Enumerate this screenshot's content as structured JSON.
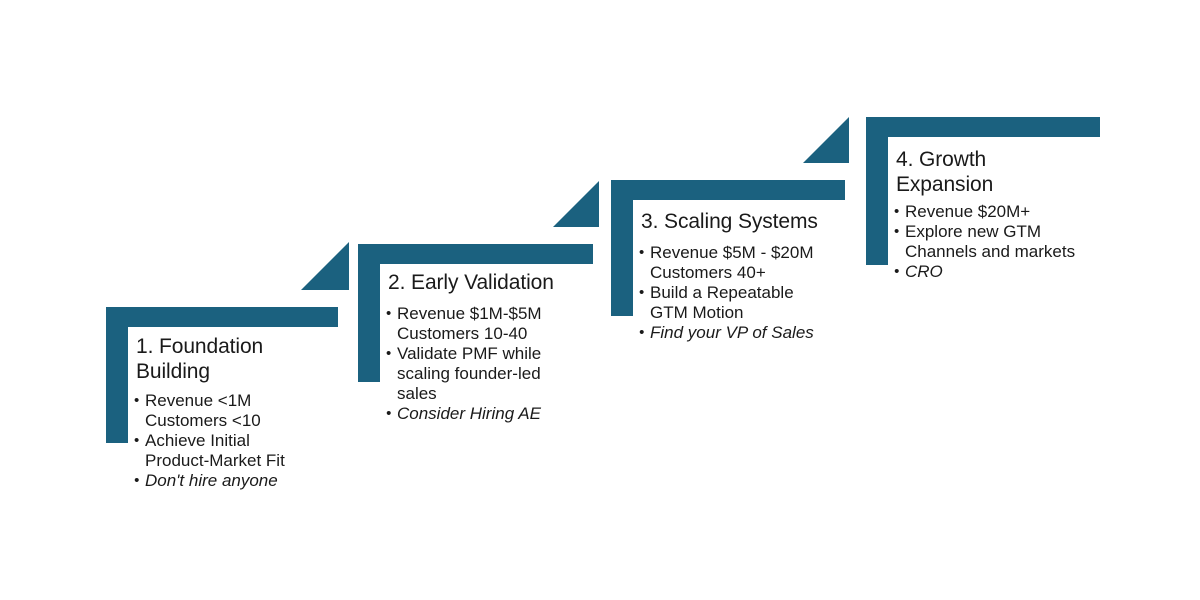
{
  "diagram": {
    "type": "staircase-process",
    "accent_color": "#1b617f",
    "text_color": "#1a1a1a",
    "background_color": "#ffffff",
    "connector_icon": "right-triangle-step-up-icon",
    "steps": [
      {
        "title": "1. Foundation\nBuilding",
        "bullets": [
          {
            "text": "Revenue <1M\nCustomers <10",
            "italic": false
          },
          {
            "text": "Achieve Initial\nProduct-Market Fit",
            "italic": false
          },
          {
            "text": "Don't hire anyone",
            "italic": true
          }
        ]
      },
      {
        "title": "2. Early Validation",
        "bullets": [
          {
            "text": "Revenue $1M-$5M\nCustomers 10-40",
            "italic": false
          },
          {
            "text": "Validate PMF while\nscaling founder-led\nsales",
            "italic": false
          },
          {
            "text": "Consider Hiring AE",
            "italic": true
          }
        ]
      },
      {
        "title": "3. Scaling Systems",
        "bullets": [
          {
            "text": "Revenue $5M - $20M\nCustomers 40+",
            "italic": false
          },
          {
            "text": "Build a Repeatable\nGTM Motion",
            "italic": false
          },
          {
            "text": "Find your VP of Sales",
            "italic": true
          }
        ]
      },
      {
        "title": "4. Growth\nExpansion",
        "bullets": [
          {
            "text": "Revenue $20M+",
            "italic": false
          },
          {
            "text": "Explore new GTM\nChannels and markets",
            "italic": false
          },
          {
            "text": "CRO",
            "italic": true
          }
        ]
      }
    ]
  }
}
